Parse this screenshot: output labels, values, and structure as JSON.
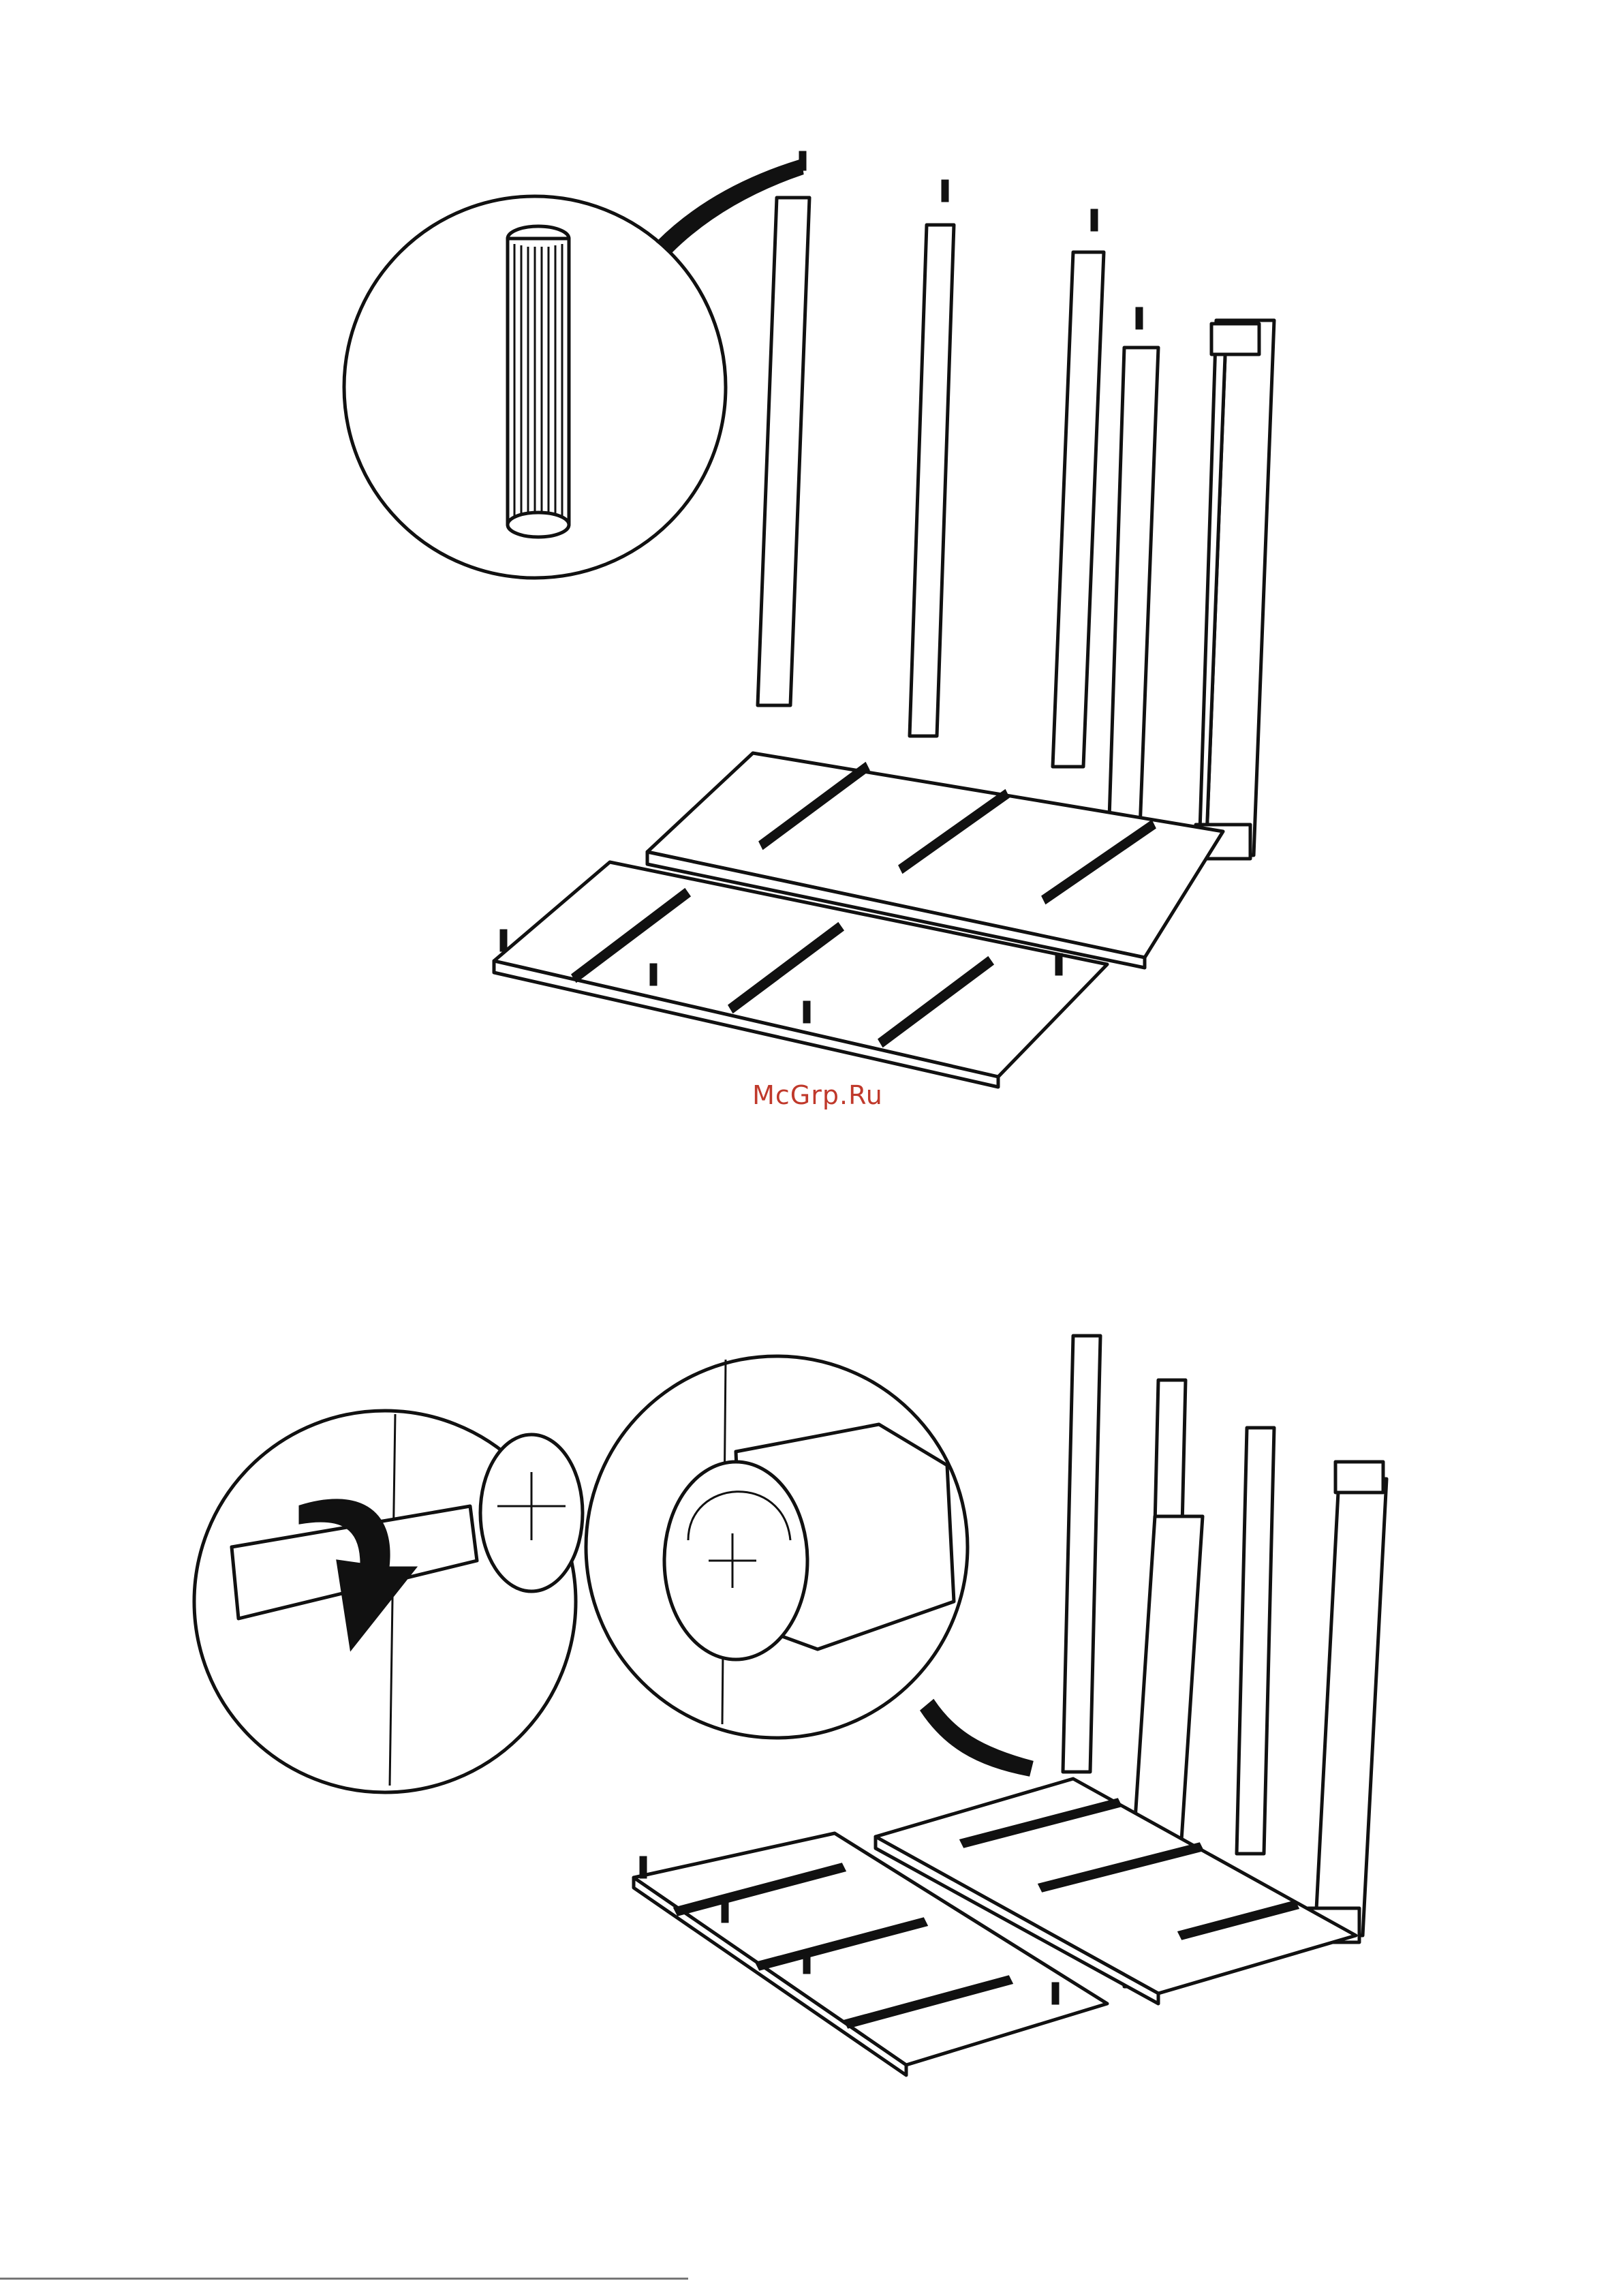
{
  "watermark": {
    "text": "McGrp.Ru",
    "color": "#c0392b"
  },
  "steps": [
    {
      "id": "top-step",
      "detail_callouts": [
        "dowel-icon"
      ]
    },
    {
      "id": "bottom-step",
      "detail_callouts": [
        "screwdriver-icon",
        "cam-lock-icon"
      ]
    }
  ]
}
